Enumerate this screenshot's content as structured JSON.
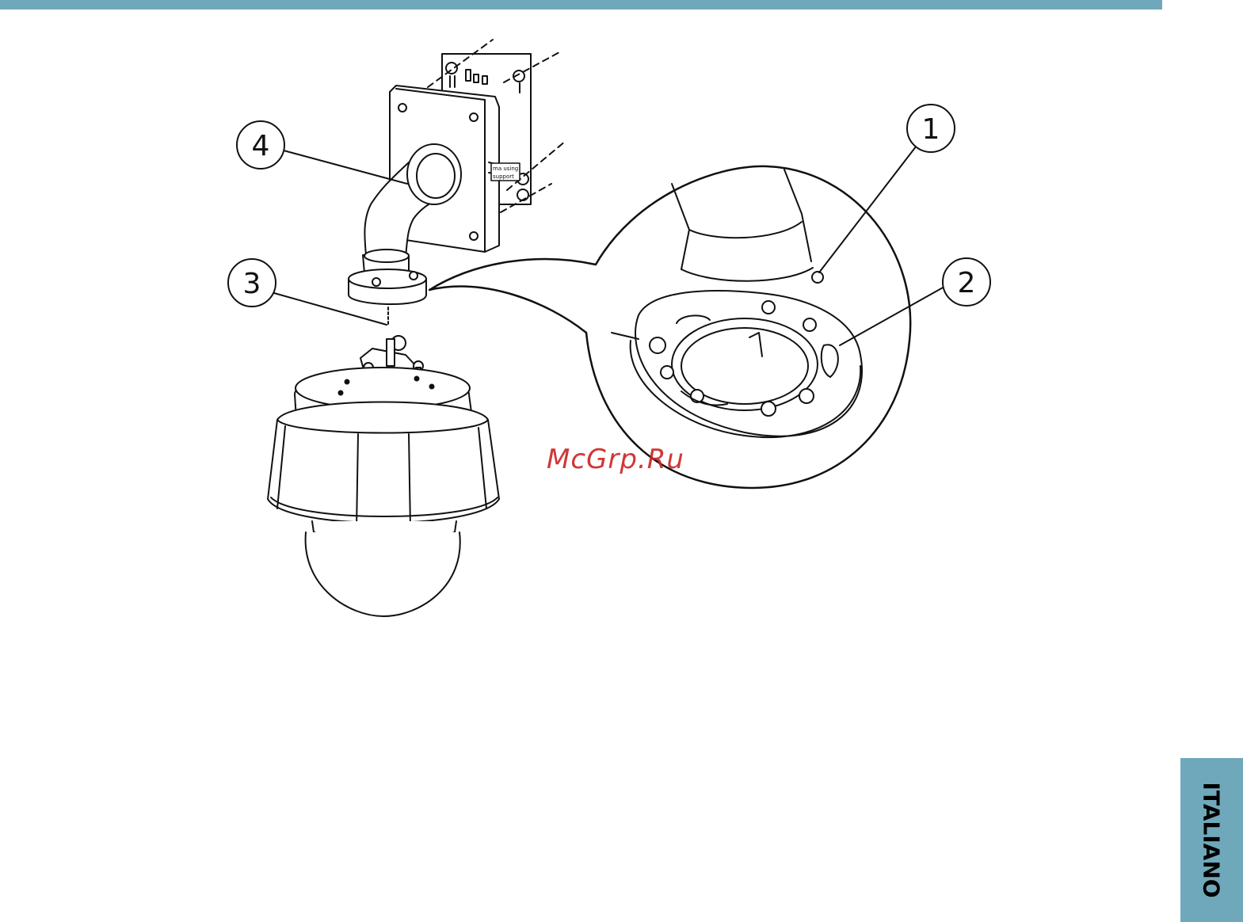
{
  "colors": {
    "accent_bar": "#6fa8bb",
    "tab_bg": "#6fa8bb",
    "watermark": "#cc2222",
    "line": "#111111"
  },
  "callouts": [
    "1",
    "2",
    "3",
    "4"
  ],
  "watermark_text": "McGrp.Ru",
  "language_tab": "ITALIANO",
  "bracket_labels": [
    "ma using",
    "support"
  ]
}
